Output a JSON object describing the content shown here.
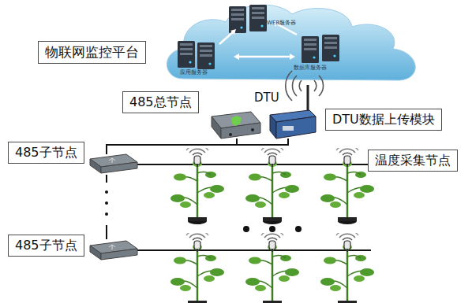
{
  "diagram": {
    "nodes": [
      {
        "text": [
          "物联网监控平台"
        ]
      },
      {
        "text": [
          "485总节点"
        ]
      },
      {
        "text": [
          "DTU数据上传模块"
        ]
      },
      {
        "text": [
          "485子节点"
        ]
      },
      {
        "text": [
          "485子节点"
        ]
      },
      {
        "text": [
          "温度采集节点"
        ]
      }
    ],
    "labels": [
      "WEB服务器",
      "应用服务器",
      "数据库服务器",
      "DTU"
    ]
  }
}
